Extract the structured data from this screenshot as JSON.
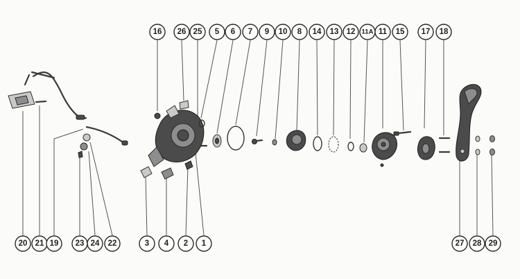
{
  "diagram": {
    "callouts_top": [
      "16",
      "26",
      "25",
      "5",
      "6",
      "7",
      "9",
      "10",
      "8",
      "14",
      "13",
      "12",
      "11A",
      "11",
      "15",
      "17",
      "18"
    ],
    "callouts_bottom": [
      "20",
      "21",
      "19",
      "23",
      "24",
      "22",
      "3",
      "4",
      "2",
      "1",
      "27",
      "28",
      "29"
    ]
  },
  "icons": {
    "parts_drawing": "exploded-parts-drawing"
  }
}
